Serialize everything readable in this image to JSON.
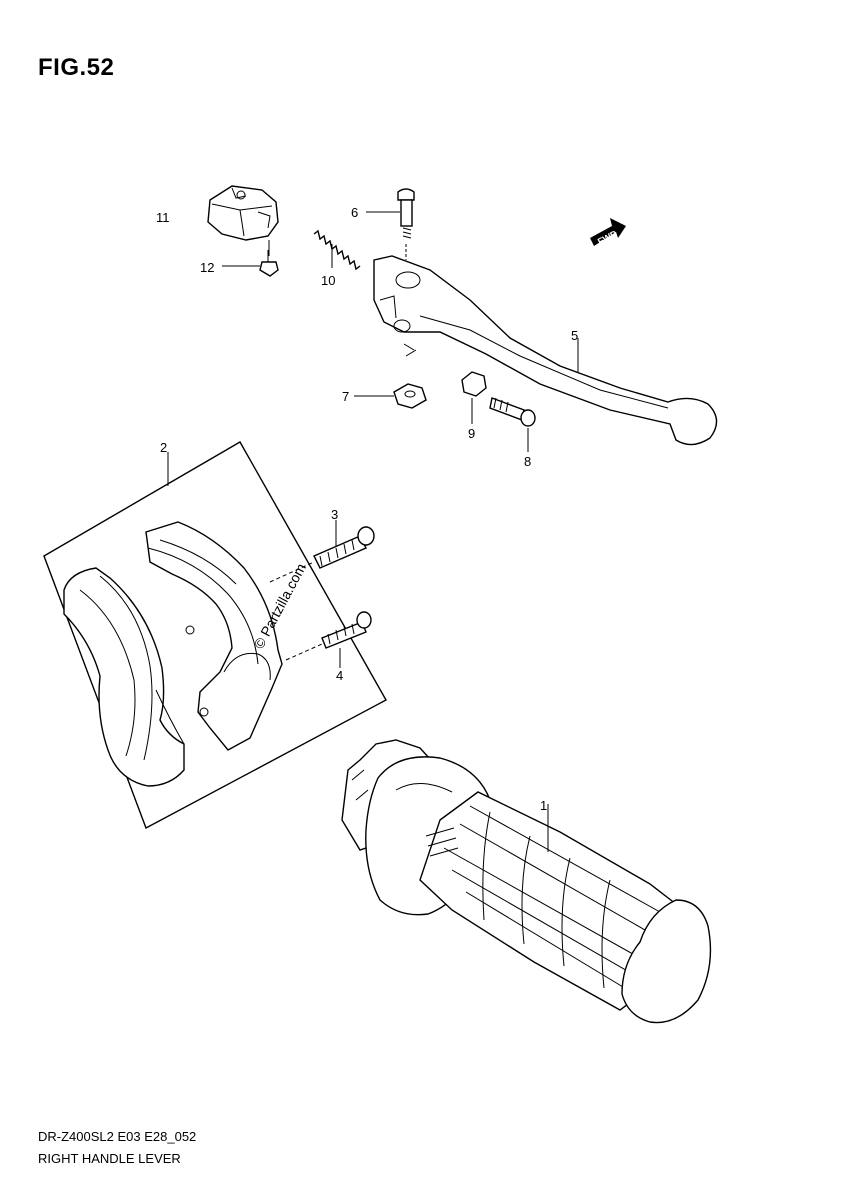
{
  "figure": {
    "title": "FIG.52"
  },
  "parts": [
    {
      "number": "1",
      "name": "grip"
    },
    {
      "number": "2",
      "name": "holder-set"
    },
    {
      "number": "3",
      "name": "screw"
    },
    {
      "number": "4",
      "name": "screw"
    },
    {
      "number": "5",
      "name": "lever"
    },
    {
      "number": "6",
      "name": "pivot-bolt"
    },
    {
      "number": "7",
      "name": "cover"
    },
    {
      "number": "8",
      "name": "bolt"
    },
    {
      "number": "9",
      "name": "nut"
    },
    {
      "number": "10",
      "name": "spring"
    },
    {
      "number": "11",
      "name": "switch"
    },
    {
      "number": "12",
      "name": "screw"
    }
  ],
  "direction_marker": "FWD",
  "watermark": "© Partzilla.com",
  "footer": {
    "code": "DR-Z400SL2 E03 E28_052",
    "name": "RIGHT HANDLE LEVER"
  }
}
